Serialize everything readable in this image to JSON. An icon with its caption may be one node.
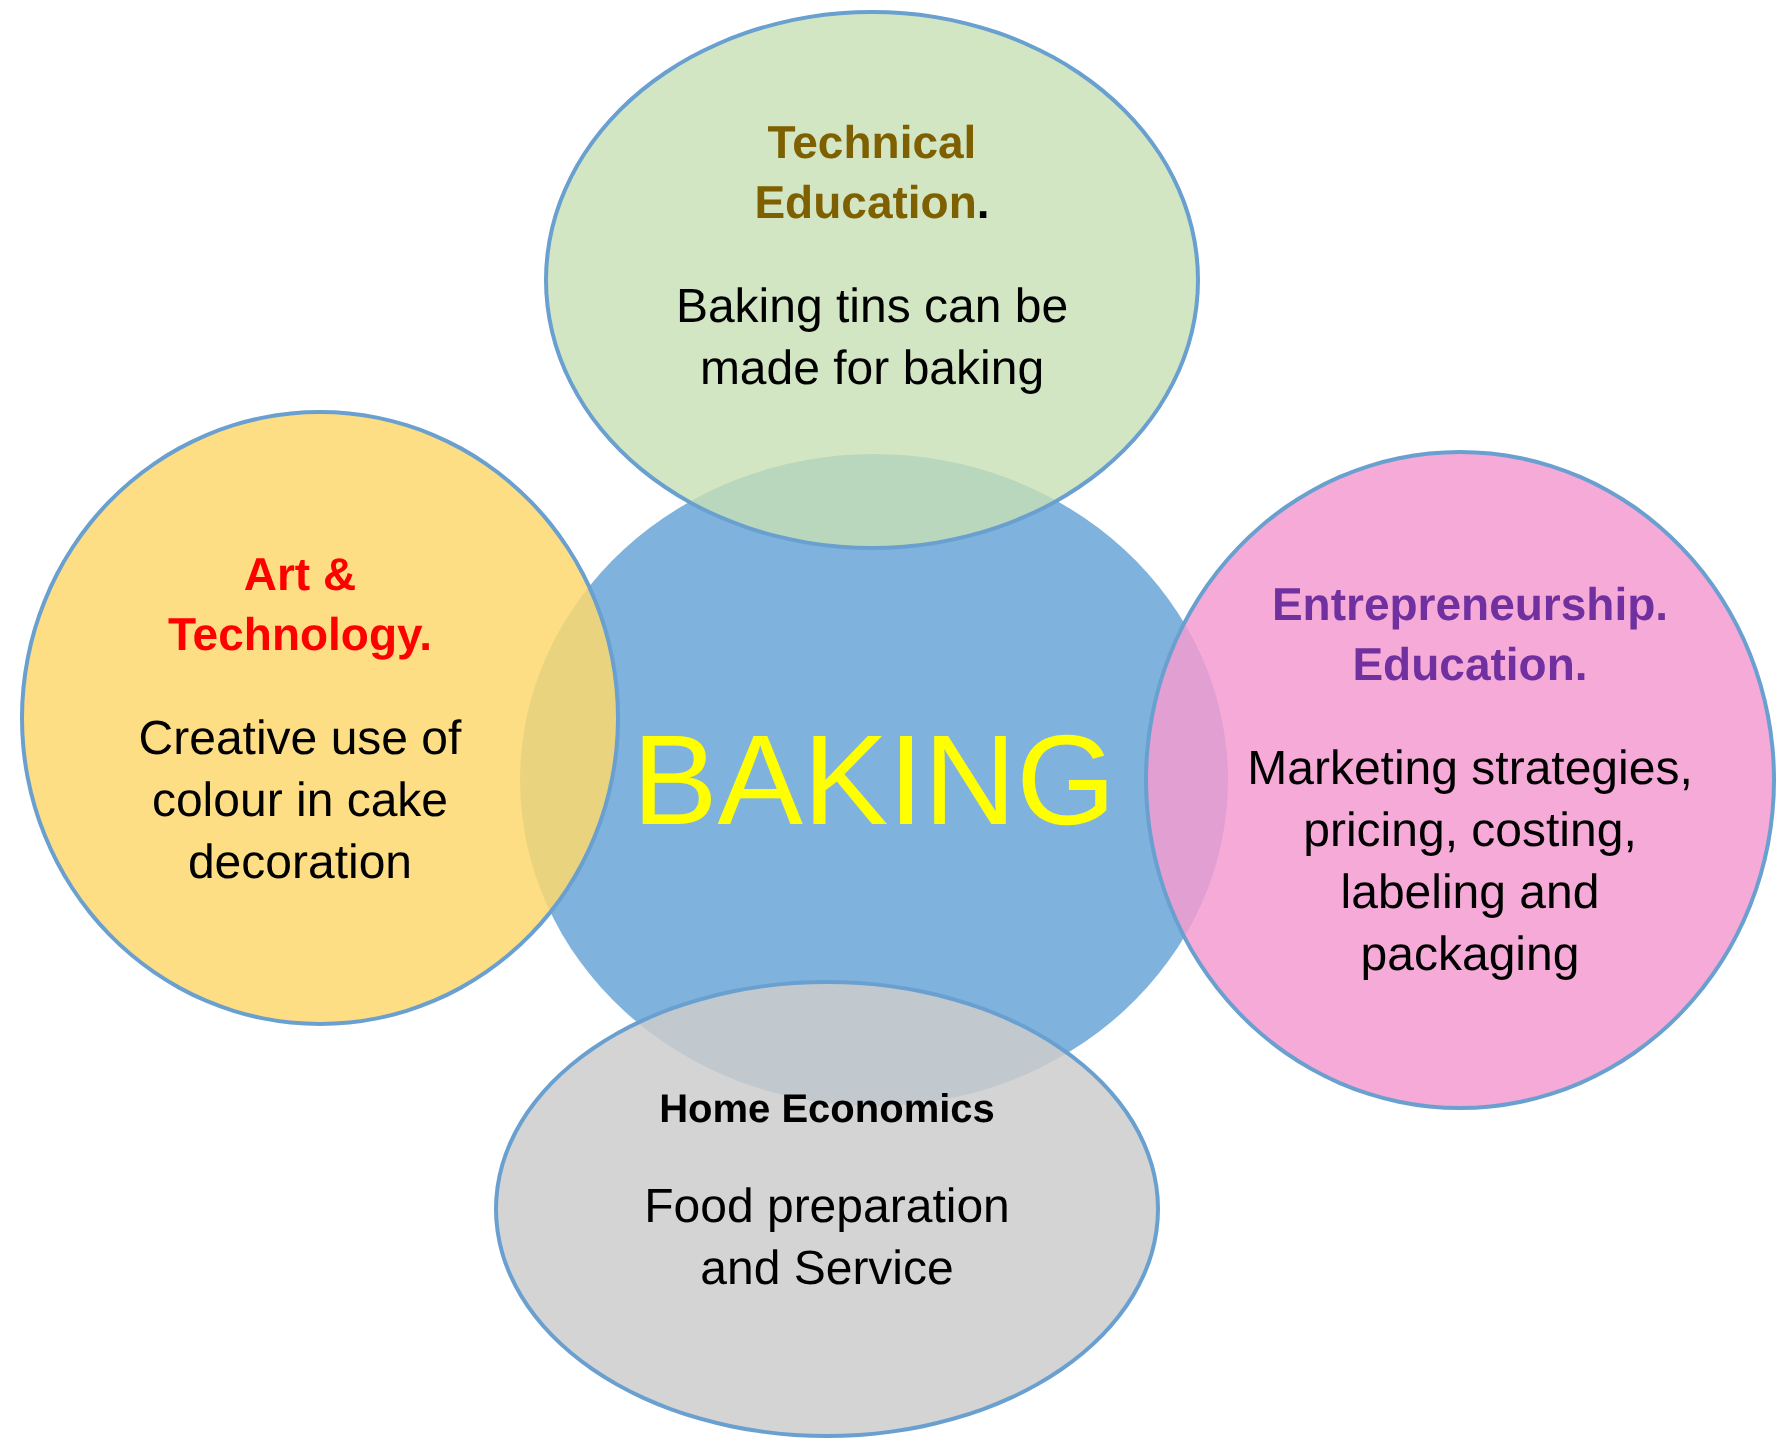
{
  "diagram": {
    "nodes": [
      {
        "text": [
          "**Technical Education**.",
          "Baking tins can be made for baking"
        ]
      },
      {
        "text": [
          "Art & Technology.",
          "Creative use of colour in cake decoration"
        ]
      },
      {
        "text": [
          "BAKING"
        ]
      },
      {
        "text": [
          "Entrepreneurship. Education.",
          "Marketing strategies, pricing, costing, labeling and packaging"
        ]
      },
      {
        "text": [
          "Home Economics",
          "Food preparation and Service"
        ]
      }
    ]
  }
}
